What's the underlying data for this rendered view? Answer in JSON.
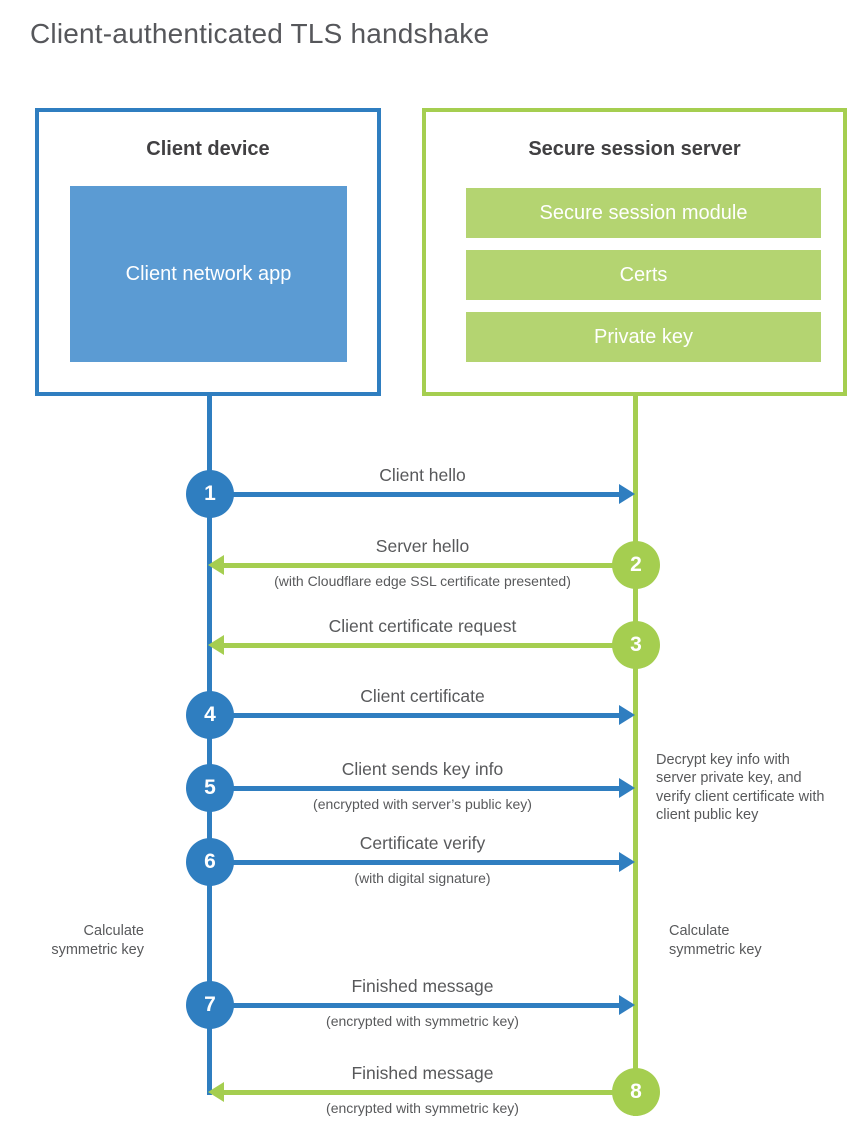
{
  "title": "Client-authenticated TLS handshake",
  "colors": {
    "blue": "#2f7ec0",
    "blue_fill": "#5b9bd3",
    "green": "#a5ce50",
    "green_fill": "#b4d471",
    "text_dark": "#414042",
    "text_gray": "#58595b"
  },
  "client_box": {
    "title": "Client device",
    "app_label": "Client network app"
  },
  "server_box": {
    "title": "Secure session server",
    "modules": [
      "Secure session module",
      "Certs",
      "Private key"
    ]
  },
  "messages": [
    {
      "num": "1",
      "label": "Client hello",
      "sublabel": "",
      "from": "client",
      "to": "server"
    },
    {
      "num": "2",
      "label": "Server hello",
      "sublabel": "(with Cloudflare edge SSL certificate presented)",
      "from": "server",
      "to": "client"
    },
    {
      "num": "3",
      "label": "Client certificate request",
      "sublabel": "",
      "from": "server",
      "to": "client"
    },
    {
      "num": "4",
      "label": "Client certificate",
      "sublabel": "",
      "from": "client",
      "to": "server"
    },
    {
      "num": "5",
      "label": "Client sends key info",
      "sublabel": "(encrypted with server’s public key)",
      "from": "client",
      "to": "server"
    },
    {
      "num": "6",
      "label": "Certificate verify",
      "sublabel": "(with digital signature)",
      "from": "client",
      "to": "server"
    },
    {
      "num": "7",
      "label": "Finished message",
      "sublabel": "(encrypted with symmetric key)",
      "from": "client",
      "to": "server"
    },
    {
      "num": "8",
      "label": "Finished message",
      "sublabel": "(encrypted with symmetric key)",
      "from": "server",
      "to": "client"
    }
  ],
  "annotations": {
    "decrypt_note": "Decrypt key info with server private key, and verify client certificate with client public key",
    "calc_left": "Calculate symmetric key",
    "calc_right": "Calculate symmetric key"
  }
}
